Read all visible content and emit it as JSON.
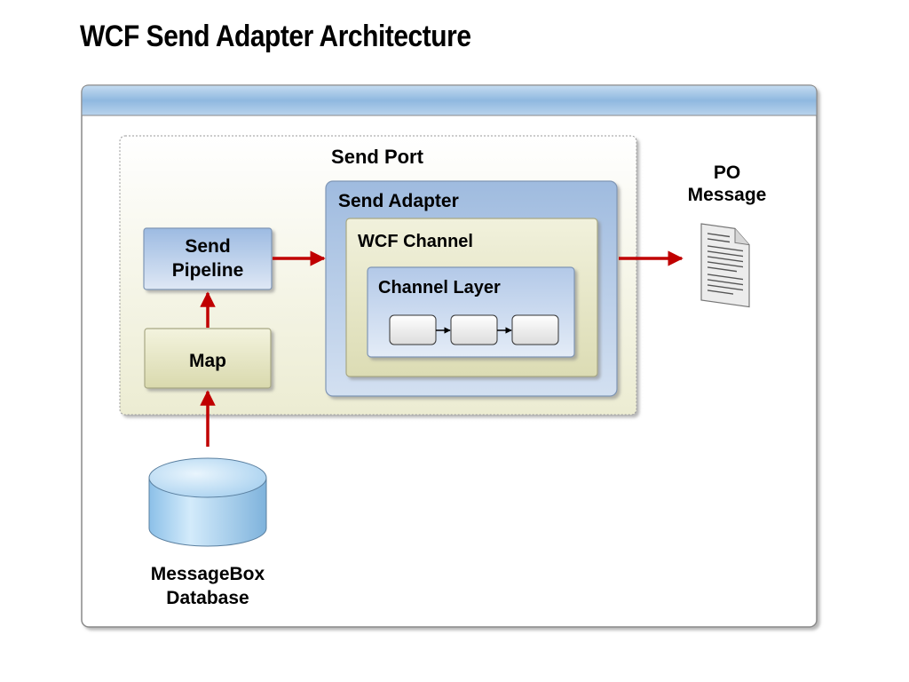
{
  "title": "WCF Send Adapter Architecture",
  "diagram": {
    "send_port": "Send Port",
    "send_adapter": "Send Adapter",
    "wcf_channel": "WCF Channel",
    "channel_layer": "Channel Layer",
    "send_pipeline": [
      "Send",
      "Pipeline"
    ],
    "map": "Map",
    "database": [
      "MessageBox",
      "Database"
    ],
    "po_message": [
      "PO",
      "Message"
    ],
    "colors": {
      "arrow": "#c00000",
      "panel_header": "#9cc3e6",
      "send_port_fill": "#f5f5e6",
      "send_adapter_fill": "#b7cbe4",
      "wcf_channel_fill": "#e7e7c6",
      "channel_layer_fill": "#c9d8ee",
      "pipeline_fill": "#a9c2e4",
      "map_fill": "#e6e6c4",
      "database_fill": "#a9d3f2"
    },
    "icons": [
      "database-icon",
      "document-icon"
    ]
  }
}
